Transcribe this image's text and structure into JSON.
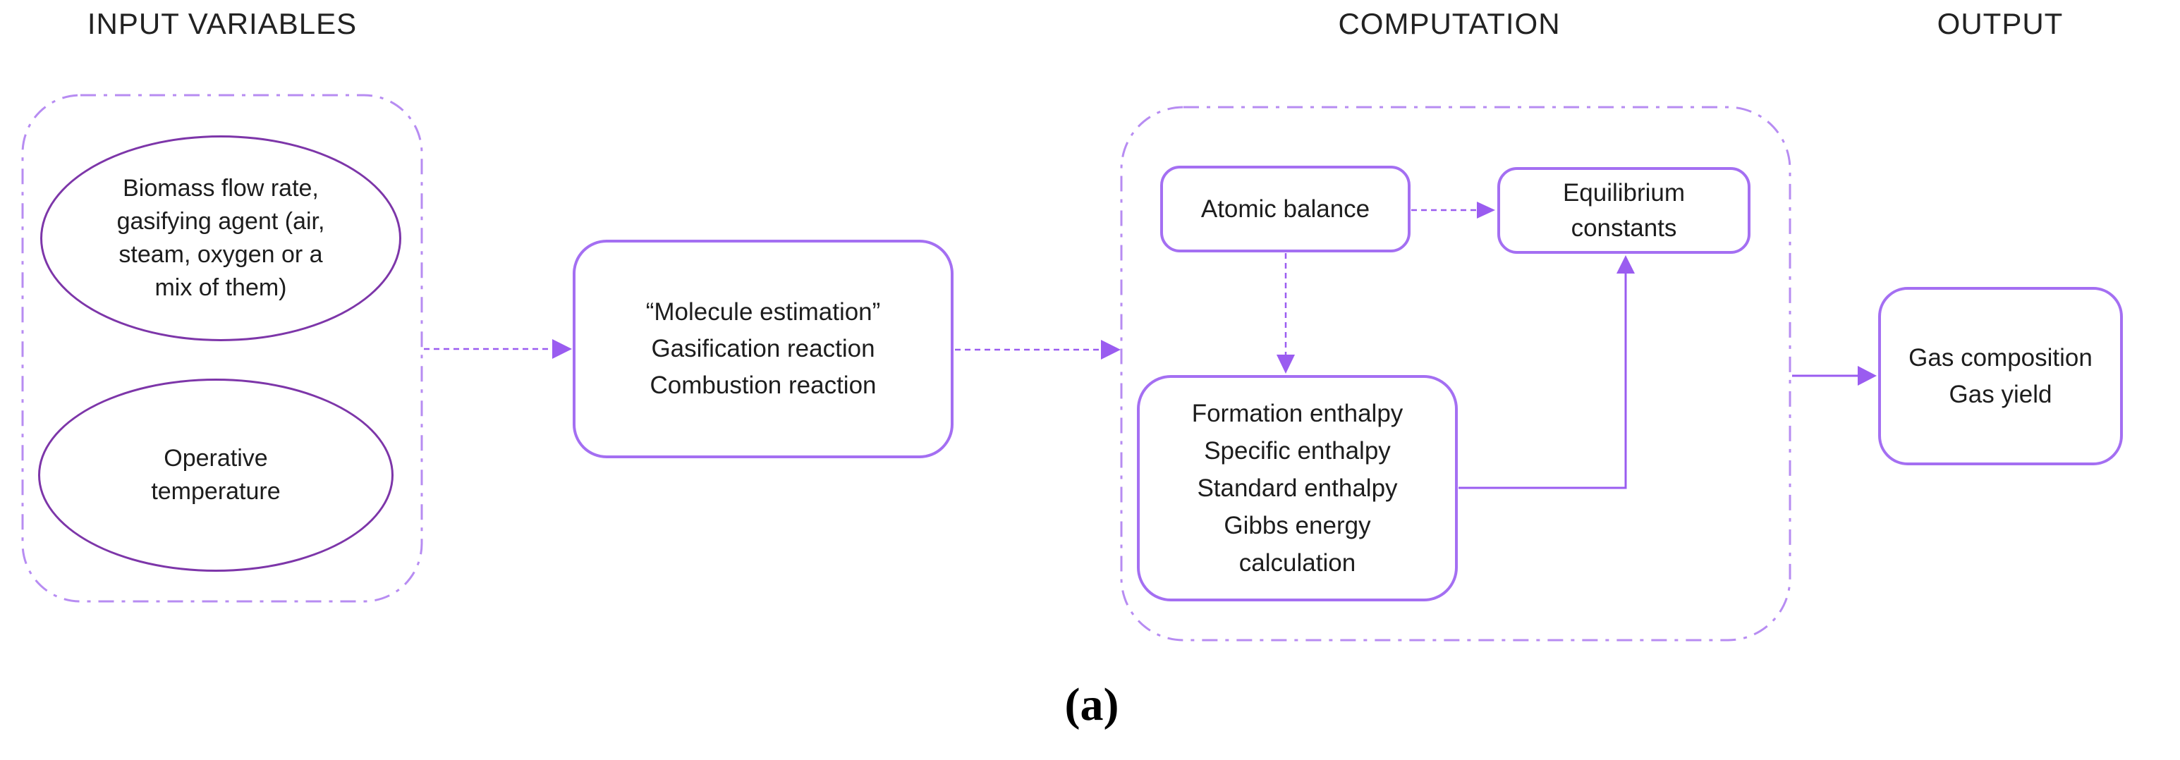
{
  "figure": {
    "panel_label": "(a)",
    "headers": {
      "input": "INPUT VARIABLES",
      "computation": "COMPUTATION",
      "output": "OUTPUT"
    },
    "nodes": {
      "biomass": {
        "shape": "ellipse",
        "lines": [
          "Biomass flow rate,",
          "gasifying agent (air,",
          "steam, oxygen or a",
          "mix of them)"
        ]
      },
      "operative": {
        "shape": "ellipse",
        "lines": [
          "Operative",
          "temperature"
        ]
      },
      "molecule": {
        "shape": "rounded-box",
        "lines": [
          "“Molecule estimation”",
          "Gasification reaction",
          "Combustion reaction"
        ]
      },
      "atomic": {
        "shape": "rounded-box",
        "lines": [
          "Atomic balance"
        ]
      },
      "equilibrium": {
        "shape": "rounded-box",
        "lines": [
          "Equilibrium",
          "constants"
        ]
      },
      "enthalpy": {
        "shape": "rounded-box",
        "lines": [
          "Formation enthalpy",
          "Specific enthalpy",
          "Standard enthalpy",
          "Gibbs energy",
          "calculation"
        ]
      },
      "gas_output": {
        "shape": "rounded-box",
        "lines": [
          "Gas composition",
          "Gas yield"
        ]
      }
    },
    "edges": [
      {
        "from": "input-variables-container",
        "to": "molecule",
        "style": "dashed-arrow"
      },
      {
        "from": "molecule",
        "to": "computation-container",
        "style": "dashed-arrow"
      },
      {
        "from": "atomic",
        "to": "equilibrium",
        "style": "dashed-arrow"
      },
      {
        "from": "atomic",
        "to": "enthalpy",
        "style": "dashed-arrow"
      },
      {
        "from": "enthalpy",
        "to": "equilibrium",
        "style": "solid-elbow-arrow"
      },
      {
        "from": "computation-container",
        "to": "gas_output",
        "style": "solid-arrow"
      }
    ],
    "colors": {
      "ellipse_border": "#7d36a9",
      "box_border": "#a46ff2",
      "container_border": "#b78cf2",
      "arrow": "#9a5cf0",
      "text": "#1d1d1d",
      "header_text": "#222222",
      "background": "#ffffff"
    }
  }
}
